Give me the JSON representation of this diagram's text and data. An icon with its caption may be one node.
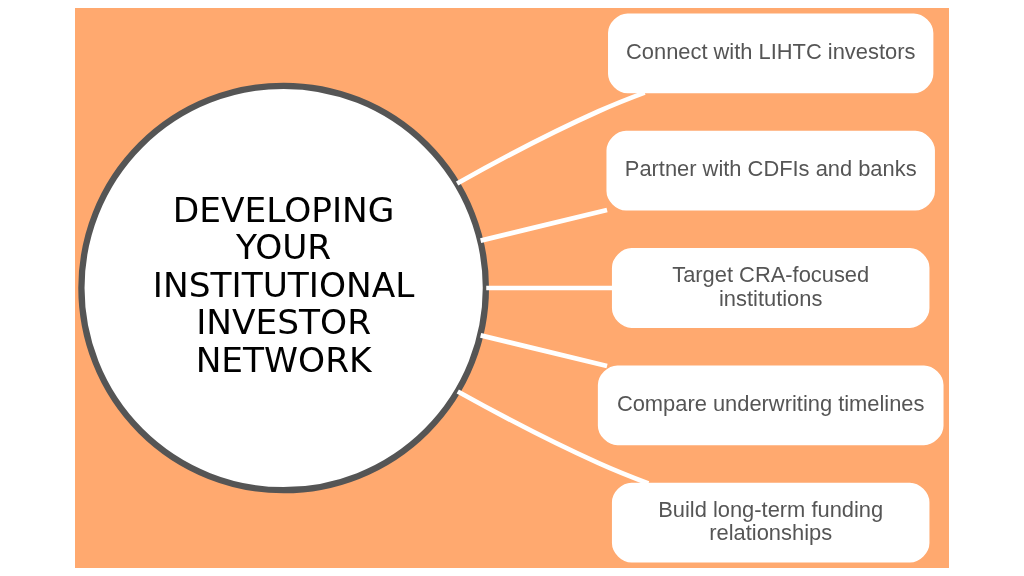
{
  "diagram": {
    "nodes": [
      {
        "text": [
          "DEVELOPING YOUR INSTITUTIONAL INVESTOR NETWORK"
        ]
      },
      {
        "text": [
          "Connect with LIHTC investors"
        ]
      },
      {
        "text": [
          "Partner with CDFIs and banks"
        ]
      },
      {
        "text": [
          "Target CRA-focused institutions"
        ]
      },
      {
        "text": [
          "Compare underwriting timelines"
        ]
      },
      {
        "text": [
          "Build long-term funding relationships"
        ]
      }
    ],
    "edges": [
      {
        "from": 0,
        "to": 1,
        "arrow": "none"
      },
      {
        "from": 0,
        "to": 2,
        "arrow": "none"
      },
      {
        "from": 0,
        "to": 3,
        "arrow": "none"
      },
      {
        "from": 0,
        "to": 4,
        "arrow": "none"
      },
      {
        "from": 0,
        "to": 5,
        "arrow": "none"
      }
    ]
  }
}
